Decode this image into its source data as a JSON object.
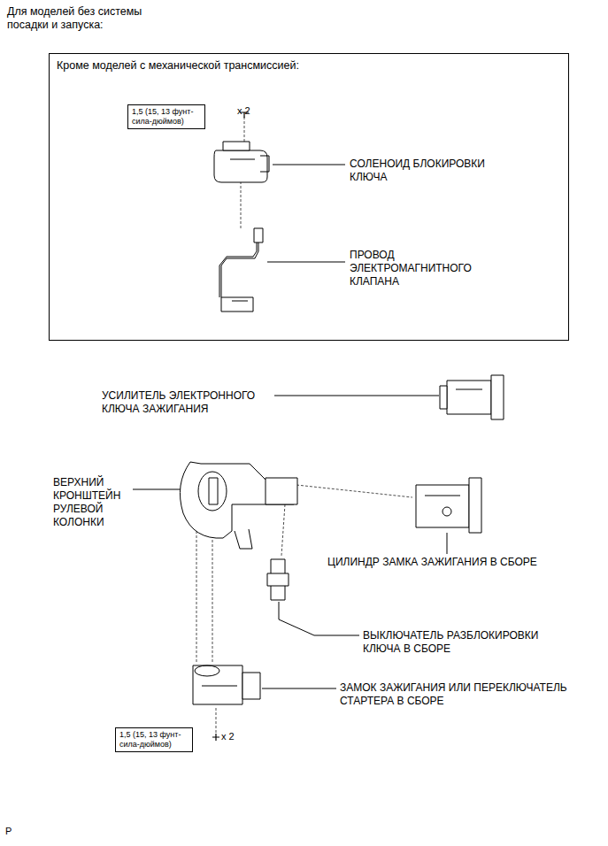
{
  "diagram": {
    "title": "Для моделей без системы посадки и запуска:",
    "nodes": [
      {
        "text": [
          "Кроме моделей с механической трансмиссией:"
        ]
      },
      {
        "text": [
          "1,5 (15, 13 фунт-сила-дюймов)"
        ],
        "in": 0
      },
      {
        "text": [
          "1,5 (15, 13 фунт-сила-дюймов)"
        ]
      }
    ],
    "labels": [
      "x 2",
      "СОЛЕНОИД БЛОКИРОВКИ КЛЮЧА",
      "ПРОВОД ЭЛЕКТРОМАГНИТНОГО КЛАПАНА",
      "УСИЛИТЕЛЬ ЭЛЕКТРОННОГО КЛЮЧА ЗАЖИГАНИЯ",
      "ВЕРХНИЙ КРОНШТЕЙН РУЛЕВОЙ КОЛОНКИ",
      "ЦИЛИНДР ЗАМКА ЗАЖИГАНИЯ В СБОРЕ",
      "ВЫКЛЮЧАТЕЛЬ РАЗБЛОКИРОВКИ КЛЮЧА В СБОРЕ",
      "ЗАМОК ЗАЖИГАНИЯ ИЛИ ПЕРЕКЛЮЧАТЕЛЬ СТАРТЕРА В СБОРЕ",
      "x 2",
      "P"
    ]
  }
}
